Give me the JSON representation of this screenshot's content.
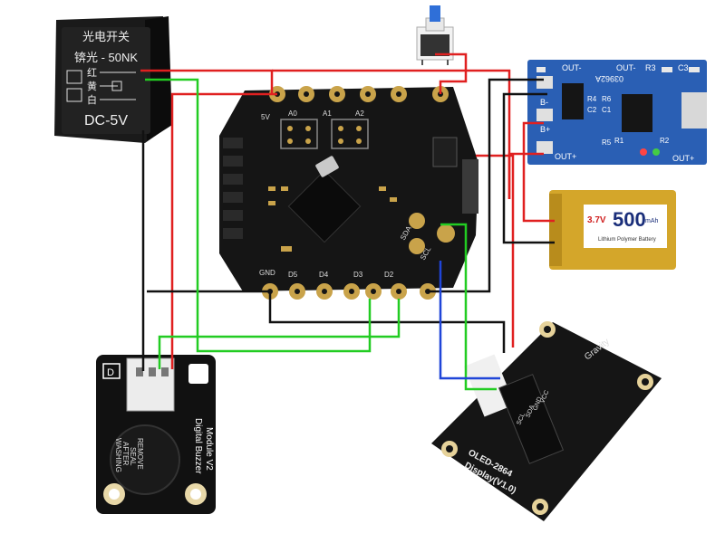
{
  "sensor": {
    "title": "光电开关",
    "model": "锛光 - 50NK",
    "wires": [
      "红",
      "黄",
      "白"
    ],
    "voltage": "DC-5V"
  },
  "mainboard": {
    "pins_top": [
      "5V",
      "A0",
      "A1",
      "A2"
    ],
    "pins_bottom": [
      "GND",
      "D5",
      "D4",
      "D3",
      "D2"
    ],
    "pins_side": [
      "SCL",
      "SDA"
    ]
  },
  "charger": {
    "top_labels": [
      "OUT-",
      "03962A",
      "OUT-",
      "R3",
      "C3"
    ],
    "left_labels": [
      "B-",
      "B+",
      "OUT+"
    ],
    "mid_labels": [
      "R4",
      "C2",
      "C1",
      "R6",
      "R1",
      "R2",
      "R5"
    ],
    "bottom_labels": [
      "OUT+"
    ]
  },
  "battery": {
    "voltage": "3.7V",
    "capacity": "500",
    "unit": "mAh",
    "sub": "Lithium Polymer Battery"
  },
  "oled": {
    "name": "OLED-2864",
    "name2": "Display(V1.0)",
    "brand": "Gravity",
    "pins": [
      "SCL",
      "SDA",
      "GND",
      "VCC"
    ]
  },
  "buzzer": {
    "title": "Digital Buzzer",
    "title2": "Module V2",
    "sticker": [
      "REMOVE",
      "SEAL",
      "AFTER",
      "WASHING"
    ],
    "logo": "D"
  },
  "colors": {
    "red_wire": "#e02020",
    "green_wire": "#22cc22",
    "blue_wire": "#1f45d8",
    "black_wire": "#111111",
    "pcb_dark": "#161616",
    "pad_gold": "#c9a34a",
    "charger_blue": "#2a5fb4",
    "battery_gold": "#d4a62a"
  },
  "icons": [
    "push-button-icon",
    "buzzer-icon",
    "usb-port-icon"
  ]
}
